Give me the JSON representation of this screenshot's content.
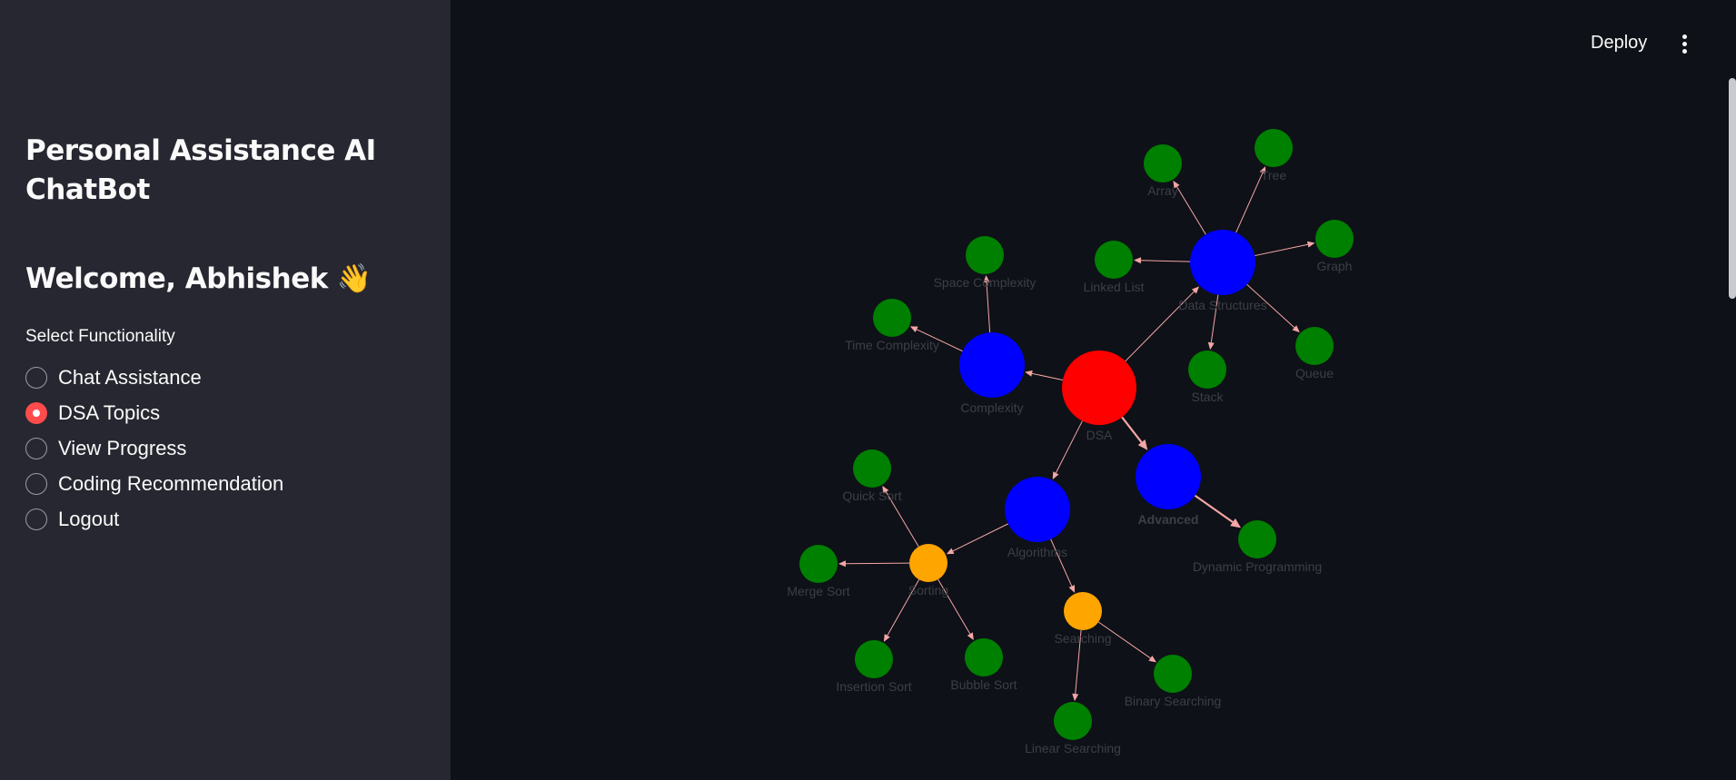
{
  "sidebar": {
    "title": "Personal Assistance AI ChatBot",
    "welcome": "Welcome, Abhishek",
    "wave_emoji": "👋",
    "select_label": "Select Functionality",
    "options": [
      {
        "label": "Chat Assistance",
        "checked": false
      },
      {
        "label": "DSA Topics",
        "checked": true
      },
      {
        "label": "View Progress",
        "checked": false
      },
      {
        "label": "Coding Recommendation",
        "checked": false
      },
      {
        "label": "Logout",
        "checked": false
      }
    ]
  },
  "header": {
    "deploy_label": "Deploy"
  },
  "graph": {
    "colors": {
      "root": "#ff0000",
      "category": "#0000ff",
      "group": "#ffa500",
      "leaf": "#008000",
      "edge": "#f4a6a6",
      "label": "#3d3f46"
    },
    "nodes": [
      {
        "id": "DSA",
        "label": "DSA",
        "kind": "root"
      },
      {
        "id": "DataStructures",
        "label": "Data Structures",
        "kind": "category"
      },
      {
        "id": "Complexity",
        "label": "Complexity",
        "kind": "category"
      },
      {
        "id": "Algorithms",
        "label": "Algorithms",
        "kind": "category"
      },
      {
        "id": "Advanced",
        "label": "Advanced",
        "kind": "category",
        "bold": true
      },
      {
        "id": "Array",
        "label": "Array",
        "kind": "leaf"
      },
      {
        "id": "Tree",
        "label": "Tree",
        "kind": "leaf"
      },
      {
        "id": "Graph",
        "label": "Graph",
        "kind": "leaf"
      },
      {
        "id": "LinkedList",
        "label": "Linked List",
        "kind": "leaf"
      },
      {
        "id": "Queue",
        "label": "Queue",
        "kind": "leaf"
      },
      {
        "id": "Stack",
        "label": "Stack",
        "kind": "leaf"
      },
      {
        "id": "SpaceComplexity",
        "label": "Space Complexity",
        "kind": "leaf"
      },
      {
        "id": "TimeComplexity",
        "label": "Time Complexity",
        "kind": "leaf"
      },
      {
        "id": "Sorting",
        "label": "Sorting",
        "kind": "group"
      },
      {
        "id": "Searching",
        "label": "Searching",
        "kind": "group"
      },
      {
        "id": "QuickSort",
        "label": "Quick Sort",
        "kind": "leaf"
      },
      {
        "id": "MergeSort",
        "label": "Merge Sort",
        "kind": "leaf"
      },
      {
        "id": "InsertionSort",
        "label": "Insertion Sort",
        "kind": "leaf"
      },
      {
        "id": "BubbleSort",
        "label": "Bubble Sort",
        "kind": "leaf"
      },
      {
        "id": "BinarySearching",
        "label": "Binary Searching",
        "kind": "leaf"
      },
      {
        "id": "LinearSearching",
        "label": "Linear Searching",
        "kind": "leaf"
      },
      {
        "id": "DynamicProgramming",
        "label": "Dynamic Programming",
        "kind": "leaf"
      }
    ],
    "edges": [
      {
        "from": "DSA",
        "to": "DataStructures"
      },
      {
        "from": "DSA",
        "to": "Complexity"
      },
      {
        "from": "DSA",
        "to": "Algorithms"
      },
      {
        "from": "DSA",
        "to": "Advanced",
        "highlight": true
      },
      {
        "from": "DataStructures",
        "to": "Array"
      },
      {
        "from": "DataStructures",
        "to": "Tree"
      },
      {
        "from": "DataStructures",
        "to": "Graph"
      },
      {
        "from": "DataStructures",
        "to": "LinkedList"
      },
      {
        "from": "DataStructures",
        "to": "Queue"
      },
      {
        "from": "DataStructures",
        "to": "Stack"
      },
      {
        "from": "Complexity",
        "to": "SpaceComplexity"
      },
      {
        "from": "Complexity",
        "to": "TimeComplexity"
      },
      {
        "from": "Algorithms",
        "to": "Sorting"
      },
      {
        "from": "Algorithms",
        "to": "Searching"
      },
      {
        "from": "Sorting",
        "to": "QuickSort"
      },
      {
        "from": "Sorting",
        "to": "MergeSort"
      },
      {
        "from": "Sorting",
        "to": "InsertionSort"
      },
      {
        "from": "Sorting",
        "to": "BubbleSort"
      },
      {
        "from": "Searching",
        "to": "BinarySearching"
      },
      {
        "from": "Searching",
        "to": "LinearSearching"
      },
      {
        "from": "Advanced",
        "to": "DynamicProgramming",
        "highlight": true
      }
    ]
  }
}
